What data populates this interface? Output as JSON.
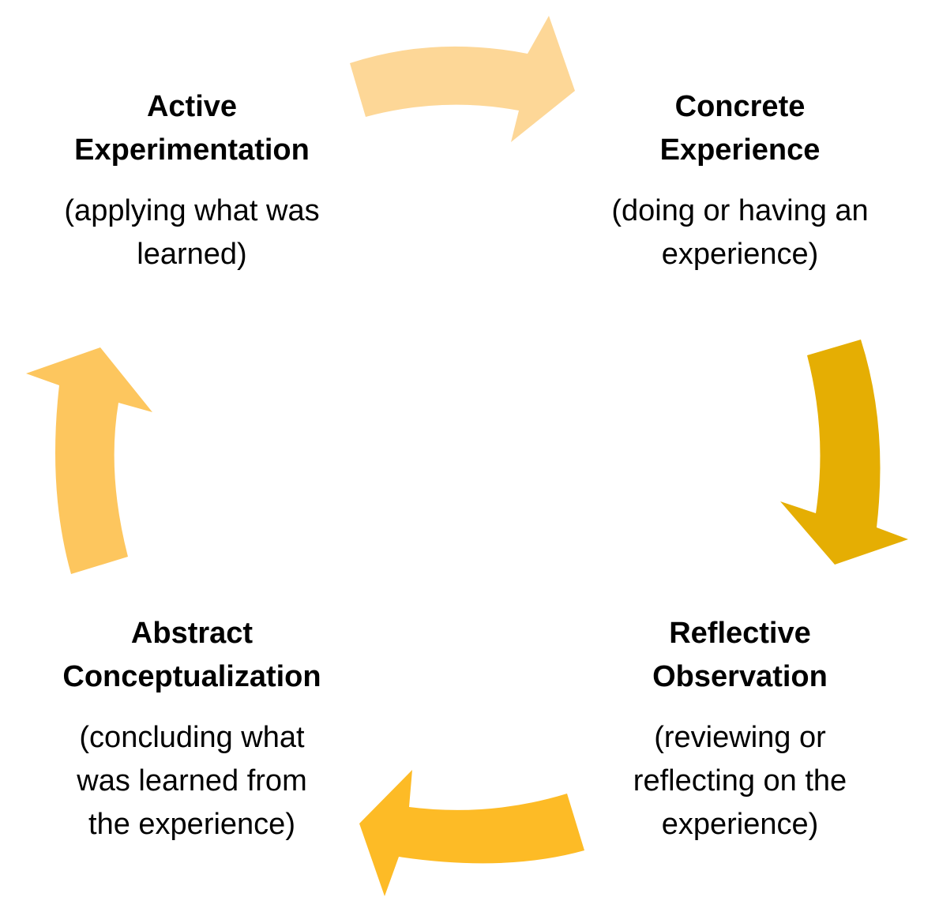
{
  "colors": {
    "arrow_top": "#FDD797",
    "arrow_right": "#E5AE03",
    "arrow_bottom": "#FDBB26",
    "arrow_left": "#FDC65E"
  },
  "stages": {
    "concrete": {
      "title": [
        "Concrete",
        "Experience"
      ],
      "desc": [
        "(doing or having an",
        "experience)"
      ]
    },
    "reflective": {
      "title": [
        "Reflective",
        "Observation"
      ],
      "desc": [
        "(reviewing or",
        "reflecting on the",
        "experience)"
      ]
    },
    "abstract": {
      "title": [
        "Abstract",
        "Conceptualization"
      ],
      "desc": [
        "(concluding what",
        "was learned from",
        "the experience)"
      ]
    },
    "active": {
      "title": [
        "Active",
        "Experimentation"
      ],
      "desc": [
        "(applying what was",
        "learned)"
      ]
    }
  }
}
